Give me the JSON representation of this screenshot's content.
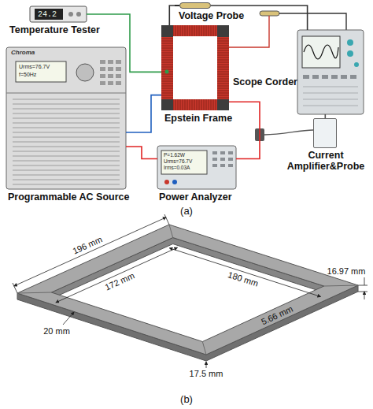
{
  "diagram": {
    "nodes": [
      {
        "text": [
          "Temperature Tester",
          "24.2"
        ]
      },
      {
        "text": [
          "Voltage Probe"
        ]
      },
      {
        "text": [
          "Epstein Frame"
        ]
      },
      {
        "text": [
          "Scope Corder"
        ]
      },
      {
        "text": [
          "Programmable AC Source",
          "Chroma",
          "Urms=76.7V",
          "f=50Hz"
        ]
      },
      {
        "text": [
          "Power Analyzer",
          "P=1.62W",
          "Urms=76.7V",
          "Irms=0.03A"
        ]
      },
      {
        "text": [
          "Current Amplifier&Probe"
        ]
      }
    ],
    "edges": [
      {
        "from": 0,
        "to": 2,
        "arrow": "none"
      },
      {
        "from": 1,
        "to": 2,
        "arrow": "none"
      },
      {
        "from": 1,
        "to": 3,
        "arrow": "none"
      },
      {
        "from": 4,
        "to": 5,
        "arrow": "none"
      },
      {
        "from": 4,
        "to": 2,
        "arrow": "none"
      },
      {
        "from": 5,
        "to": 2,
        "arrow": "none"
      },
      {
        "from": 6,
        "to": 3,
        "arrow": "none"
      }
    ],
    "labels": [
      "(a)",
      "196 mm",
      "172 mm",
      "180 mm",
      "16.97 mm",
      "5.66 mm",
      "20 mm",
      "17.5 mm",
      "(b)"
    ]
  }
}
